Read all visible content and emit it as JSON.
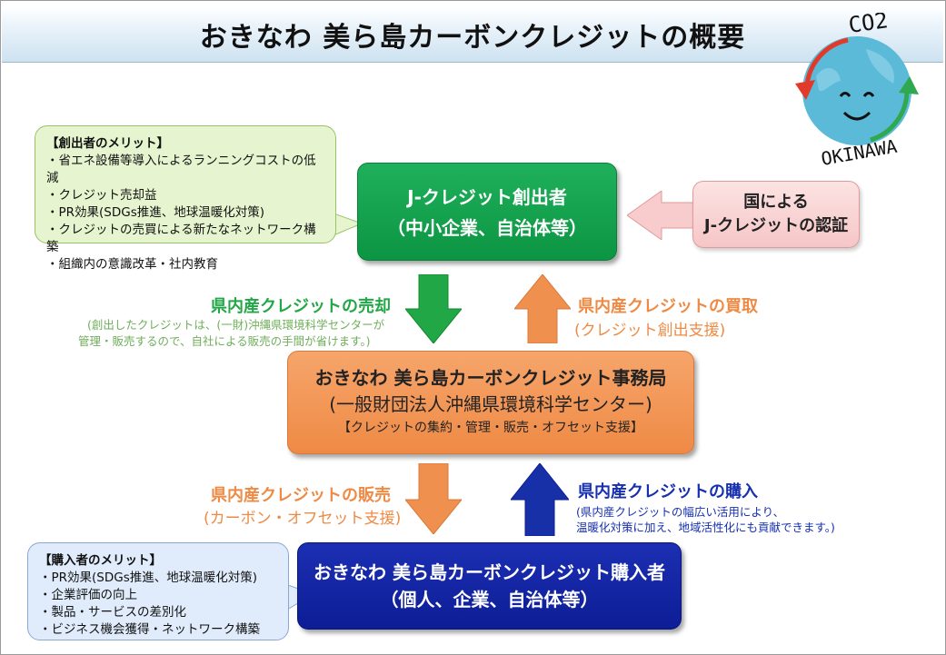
{
  "title": "おきなわ 美ら島カーボンクレジットの概要",
  "logo": {
    "text_top": "CO2",
    "text_bottom": "OKINAWA"
  },
  "creator_merit": {
    "heading": "【創出者のメリット】",
    "items": [
      "・省エネ設備等導入によるランニングコストの低減",
      "・クレジット売却益",
      "・PR効果(SDGs推進、地球温暖化対策)",
      "・クレジットの売買による新たなネットワーク構築",
      "・組織内の意識改革・社内教育"
    ]
  },
  "creator": {
    "line1": "J-クレジット創出者",
    "line2": "（中小企業、自治体等）"
  },
  "certification": {
    "line1": "国による",
    "line2": "J-クレジットの認証"
  },
  "sell": {
    "label": "県内産クレジットの売却",
    "note1": "(創出したクレジットは、(一財)沖縄県環境科学センターが",
    "note2": "管理・販売するので、自社による販売の手間が省けます。)"
  },
  "purchase_from_creator": {
    "label": "県内産クレジットの買取",
    "note": "(クレジット創出支援)"
  },
  "office": {
    "line1": "おきなわ 美ら島カーボンクレジット事務局",
    "line2": "(一般財団法人沖縄県環境科学センター)",
    "line3": "【クレジットの集約・管理・販売・オフセット支援】"
  },
  "sale": {
    "label": "県内産クレジットの販売",
    "note": "(カーボン・オフセット支援)"
  },
  "buy": {
    "label": "県内産クレジットの購入",
    "note1": "(県内産クレジットの幅広い活用により、",
    "note2": "温暖化対策に加え、地域活性化にも貢献できます。)"
  },
  "buyer_merit": {
    "heading": "【購入者のメリット】",
    "items": [
      "・PR効果(SDGs推進、地球温暖化対策)",
      "・企業評価の向上",
      "・製品・サービスの差別化",
      "・ビジネス機会獲得・ネットワーク構築"
    ]
  },
  "buyer": {
    "line1": "おきなわ 美ら島カーボンクレジット購入者",
    "line2": "（個人、企業、自治体等）"
  },
  "colors": {
    "green": "#0c9543",
    "orange": "#ef8a45",
    "navy": "#0d1d96",
    "pink": "#f6c6c6",
    "title_bg": "#cde2f0"
  }
}
